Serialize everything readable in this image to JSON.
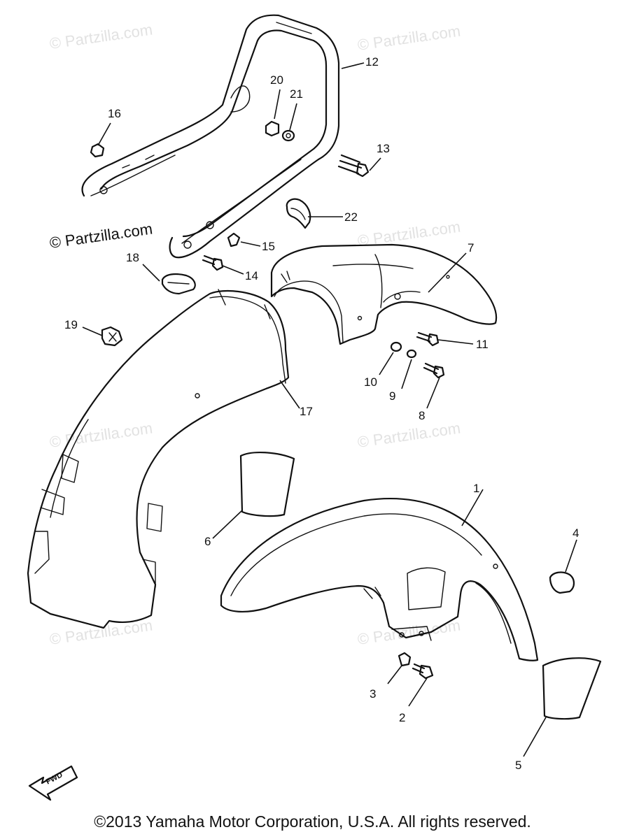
{
  "watermarks": {
    "main": "© Partzilla.com",
    "faint": "© Partzilla.com"
  },
  "fwd_label": "FWD",
  "copyright": "©2013  Yamaha Motor Corporation, U.S.A. All rights reserved.",
  "callouts": [
    {
      "id": "1",
      "label": "1"
    },
    {
      "id": "2",
      "label": "2"
    },
    {
      "id": "3",
      "label": "3"
    },
    {
      "id": "4",
      "label": "4"
    },
    {
      "id": "5",
      "label": "5"
    },
    {
      "id": "6",
      "label": "6"
    },
    {
      "id": "7",
      "label": "7"
    },
    {
      "id": "8",
      "label": "8"
    },
    {
      "id": "9",
      "label": "9"
    },
    {
      "id": "10",
      "label": "10"
    },
    {
      "id": "11",
      "label": "11"
    },
    {
      "id": "12",
      "label": "12"
    },
    {
      "id": "13",
      "label": "13"
    },
    {
      "id": "14",
      "label": "14"
    },
    {
      "id": "15",
      "label": "15"
    },
    {
      "id": "16",
      "label": "16"
    },
    {
      "id": "17",
      "label": "17"
    },
    {
      "id": "18",
      "label": "18"
    },
    {
      "id": "19",
      "label": "19"
    },
    {
      "id": "20",
      "label": "20"
    },
    {
      "id": "21",
      "label": "21"
    },
    {
      "id": "22",
      "label": "22"
    }
  ],
  "colors": {
    "line": "#111111",
    "watermark": "#e2e2e2",
    "background": "#ffffff"
  }
}
